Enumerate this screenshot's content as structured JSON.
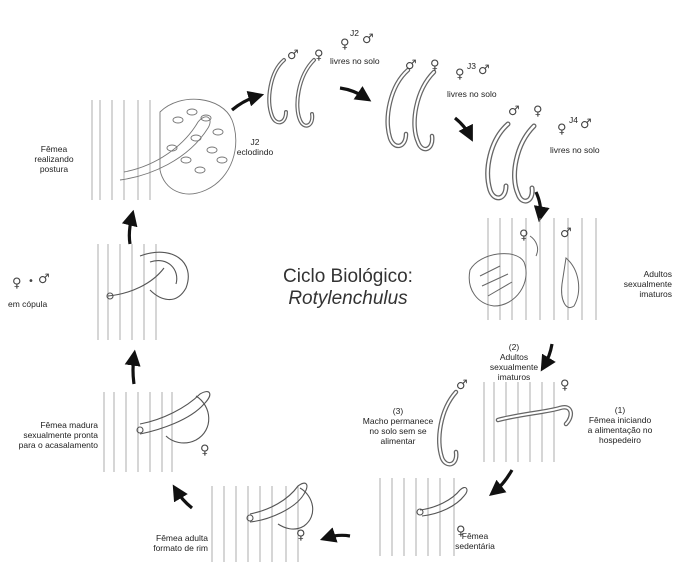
{
  "title": {
    "line1": "Ciclo Biológico:",
    "line2": "Rotylenchulus"
  },
  "symbols": {
    "female": "♀",
    "male": "♂",
    "sep": "•"
  },
  "stages": {
    "j2_free": {
      "code": "J2",
      "text": "livres no solo"
    },
    "j3_free": {
      "code": "J3",
      "text": "livres no solo"
    },
    "j4_free": {
      "code": "J4",
      "text": "livres no solo"
    },
    "adults_immature": {
      "line1": "Adultos",
      "line2": "sexualmente",
      "line3": "imaturos"
    },
    "adults_immature_2": {
      "num": "(2)",
      "line1": "Adultos",
      "line2": "sexualmente",
      "line3": "imaturos"
    },
    "male_soil": {
      "num": "(3)",
      "line1": "Macho permanece",
      "line2": "no solo sem se",
      "line3": "alimentar"
    },
    "female_feeding": {
      "num": "(1)",
      "line1": "Fêmea iniciando",
      "line2": "a alimentação no",
      "line3": "hospedeiro"
    },
    "sedentary": {
      "line1": "Fêmea",
      "line2": "sedentária"
    },
    "kidney": {
      "line1": "Fêmea adulta",
      "line2": "formato de rim"
    },
    "mature": {
      "line1": "Fêmea madura",
      "line2": "sexualmente pronta",
      "line3": "para o acasalamento"
    },
    "copula": {
      "text": "em cópula"
    },
    "laying": {
      "line1": "Fêmea",
      "line2": "realizando",
      "line3": "postura"
    },
    "hatching": {
      "code": "J2",
      "text": "eclodindo"
    }
  }
}
